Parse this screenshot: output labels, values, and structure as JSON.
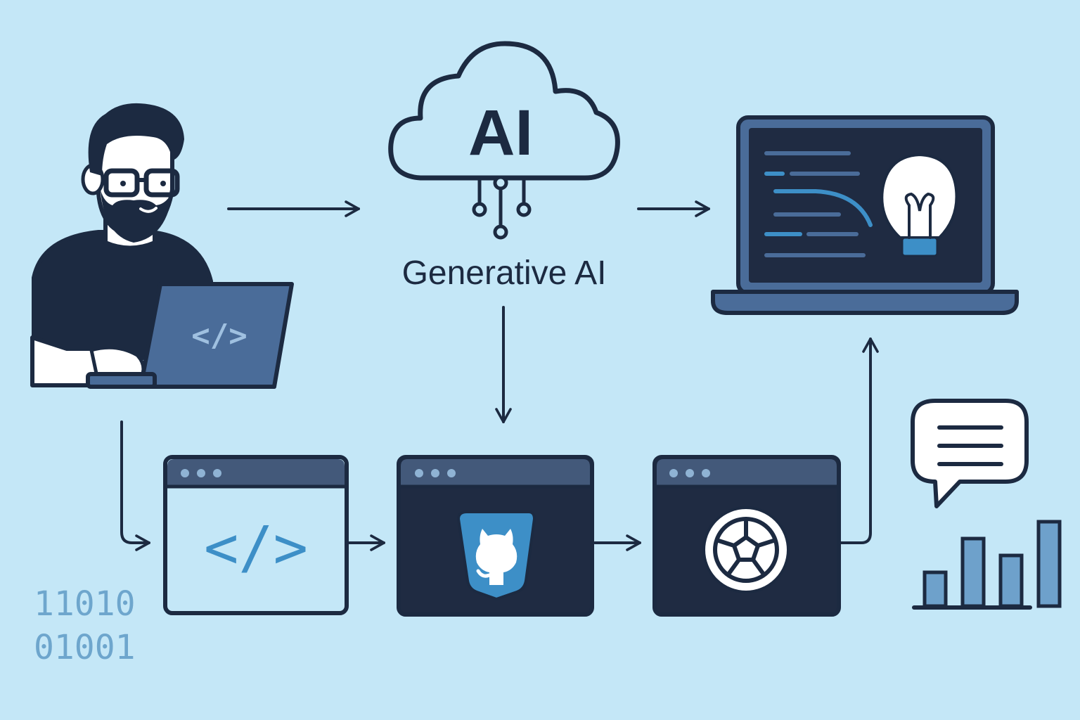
{
  "cloud": {
    "logo_text": "AI",
    "caption": "Generative AI"
  },
  "code_window": {
    "code_symbol": "</>"
  },
  "developer_laptop": {
    "code_symbol": "</>"
  },
  "binary": {
    "line1": "11010",
    "line2": "01001"
  },
  "chart_data": {
    "type": "bar",
    "categories": [
      "",
      "",
      "",
      ""
    ],
    "values": [
      2,
      4,
      3,
      5
    ],
    "title": "",
    "xlabel": "",
    "ylabel": "",
    "ylim": [
      0,
      5
    ]
  },
  "icons": {
    "developer": "person-with-laptop-icon",
    "cloud": "ai-cloud-icon",
    "code": "code-brackets-icon",
    "github": "github-octocat-icon",
    "tensor": "soccer-ball-like-icon",
    "result_laptop": "laptop-with-lightbulb-icon",
    "chat": "speech-bubble-icon"
  },
  "colors": {
    "background": "#c4e7f7",
    "dark": "#1c2a41",
    "navy_panel": "#232f47",
    "window_header": "#43597a",
    "accent_blue": "#3d8fc7",
    "laptop_blue": "#4a6c99",
    "binary_text": "#6ea6cd",
    "bar_fill": "#6ea1cb"
  }
}
